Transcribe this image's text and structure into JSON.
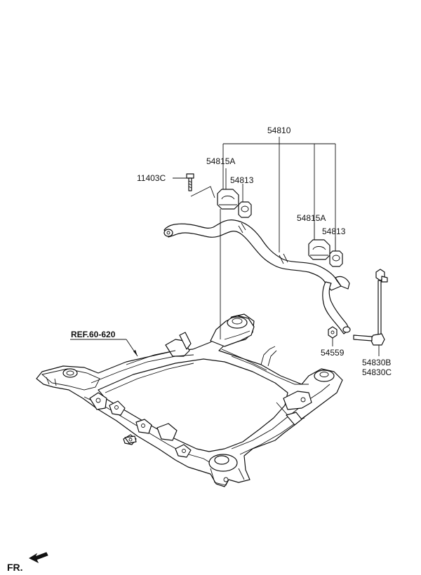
{
  "labels": {
    "p54810": "54810",
    "p54815a_top": "54815A",
    "p11403c": "11403C",
    "p54813_top": "54813",
    "p54815a_right": "54815A",
    "p54813_right": "54813",
    "p54559": "54559",
    "p54830b": "54830B",
    "p54830c": "54830C",
    "ref": "REF.60-620",
    "front": "FR."
  },
  "icons": {
    "front_arrow": "front-arrow-icon"
  }
}
